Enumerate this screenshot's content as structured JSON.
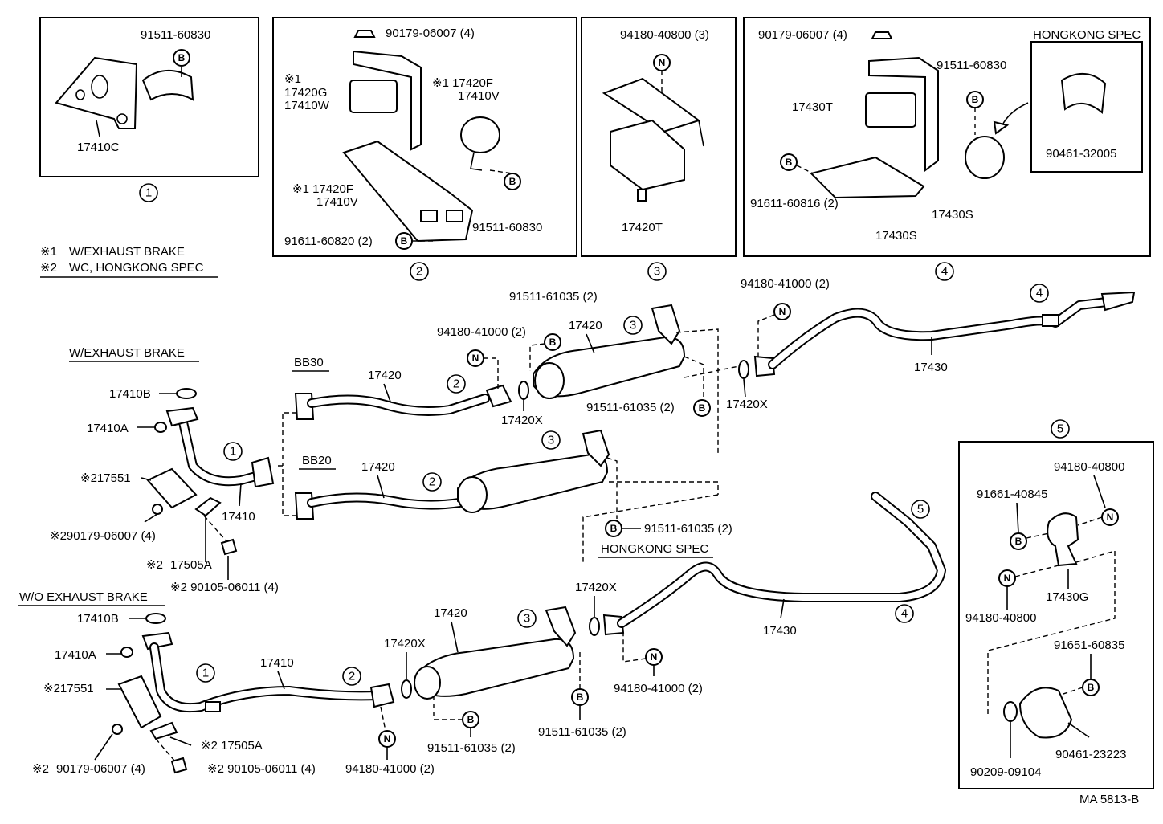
{
  "diagram_code": "MA 5813-B",
  "notes": {
    "n1_mark": "※1",
    "n1_text": "W/EXHAUST BRAKE",
    "n2_mark": "※2",
    "n2_text": "WC, HONGKONG SPEC"
  },
  "insets": {
    "i1": {
      "num": "1",
      "part_a": "91511-60830",
      "part_b": "17410C"
    },
    "i2": {
      "num": "2",
      "part_a": "90179-06007 (4)",
      "part_b_mark": "※1",
      "part_b1": "17420G",
      "part_b2": "17410W",
      "part_c1": "※1 17420F",
      "part_c2": "17410V",
      "part_d1": "※1 17420F",
      "part_d2": "17410V",
      "part_e": "91511-60830",
      "part_f": "91611-60820 (2)"
    },
    "i3": {
      "num": "3",
      "part_a": "94180-40800 (3)",
      "part_b": "17420T"
    },
    "i4": {
      "num": "4",
      "part_a": "90179-06007 (4)",
      "part_b": "91511-60830",
      "part_c": "17430T",
      "part_d": "91611-60816 (2)",
      "part_e": "17430S",
      "part_f": "17430S",
      "hk_title": "HONGKONG SPEC",
      "hk_part": "90461-32005"
    },
    "i5": {
      "num": "5",
      "p1": "94180-40800",
      "p2": "91661-40845",
      "p3": "17430G",
      "p4": "94180-40800",
      "p5": "91651-60835",
      "p6": "90209-09104",
      "p7": "90461-23223"
    }
  },
  "upper": {
    "section": "W/EXHAUST BRAKE",
    "bb30": "BB30",
    "bb20": "BB20",
    "p17410B": "17410B",
    "p17410A": "17410A",
    "p17551": "※217551",
    "p90179": "※290179-06007 (4)",
    "p17505A_mark": "※2",
    "p17505A": "17505A",
    "p90105": "※2 90105-06011 (4)",
    "p17410": "17410",
    "p17420_a": "17420",
    "p17420_b": "17420",
    "p17420_c": "17420",
    "p94180_a": "94180-41000 (2)",
    "p91511_a": "91511-61035 (2)",
    "p17420X_a": "17420X",
    "p91511_b": "91511-61035 (2)",
    "p94180_b": "94180-41000 (2)",
    "p17420X_b": "17420X",
    "p17430": "17430",
    "p91511_c": "91511-61035 (2)",
    "hk": "HONGKONG SPEC"
  },
  "lower": {
    "section": "W/O EXHAUST BRAKE",
    "p17410B": "17410B",
    "p17410A": "17410A",
    "p17551": "※217551",
    "p17505A": "※2 17505A",
    "p90179": "90179-06007 (4)",
    "p90179_mark": "※2",
    "p90105": "※2 90105-06011 (4)",
    "p17410": "17410",
    "p17420": "17420",
    "p17420X_a": "17420X",
    "p17420X_b": "17420X",
    "p94180_a": "94180-41000 (2)",
    "p91511_a": "91511-61035 (2)",
    "p91511_b": "91511-61035 (2)",
    "p94180_b": "94180-41000 (2)",
    "p17430": "17430"
  },
  "markers": {
    "B": "B",
    "N": "N"
  },
  "callouts": {
    "c1": "1",
    "c2": "2",
    "c3": "3",
    "c4": "4",
    "c5": "5"
  }
}
